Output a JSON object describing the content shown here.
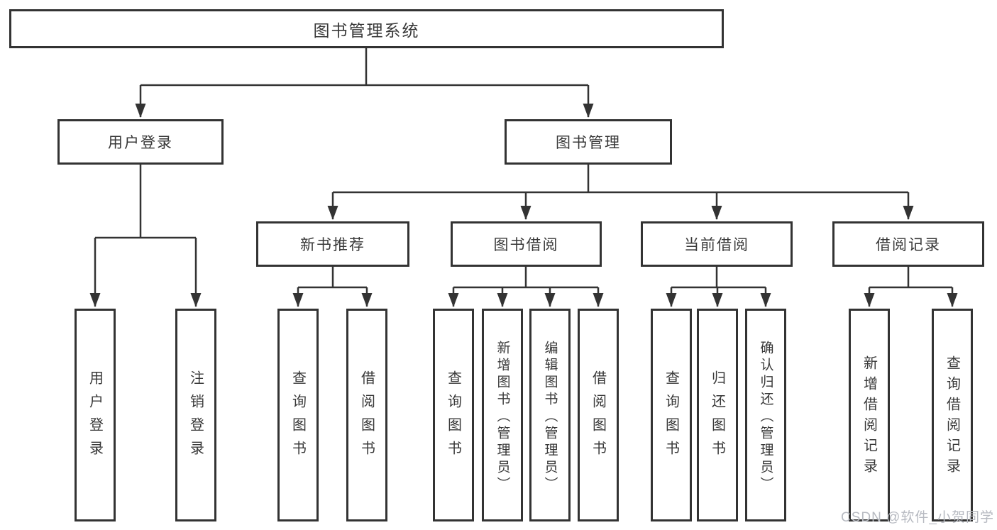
{
  "diagram": {
    "watermark": "CSDN @软件_小贺同学",
    "colors": {
      "line": "#333333",
      "box_border": "#333333",
      "box_background": "#ffffff",
      "text": "#383838",
      "watermark": "#b7bac1"
    },
    "tree": {
      "label": "图书管理系统",
      "children": [
        {
          "label": "用户登录",
          "children": [
            {
              "label": "用户登录"
            },
            {
              "label": "注销登录"
            }
          ]
        },
        {
          "label": "图书管理",
          "children": [
            {
              "label": "新书推荐",
              "children": [
                {
                  "label": "查询图书"
                },
                {
                  "label": "借阅图书"
                }
              ]
            },
            {
              "label": "图书借阅",
              "children": [
                {
                  "label": "查询图书"
                },
                {
                  "label": "新增图书（管理员）"
                },
                {
                  "label": "编辑图书（管理员）"
                },
                {
                  "label": "借阅图书"
                }
              ]
            },
            {
              "label": "当前借阅",
              "children": [
                {
                  "label": "查询图书"
                },
                {
                  "label": "归还图书"
                },
                {
                  "label": "确认归还（管理员）"
                }
              ]
            },
            {
              "label": "借阅记录",
              "children": [
                {
                  "label": "新增借阅记录"
                },
                {
                  "label": "查询借阅记录"
                }
              ]
            }
          ]
        }
      ]
    }
  }
}
